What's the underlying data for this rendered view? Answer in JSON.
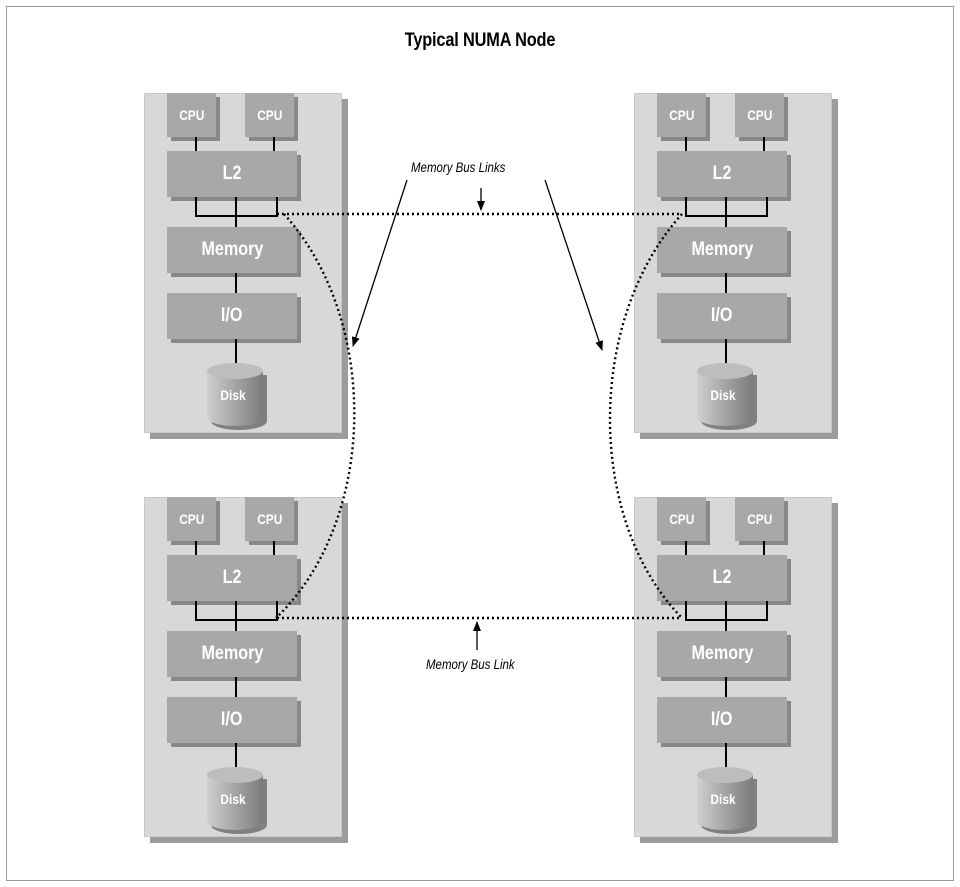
{
  "title": "Typical NUMA Node",
  "nodes": [
    {
      "cpu1": "CPU",
      "cpu2": "CPU",
      "cache": "L2",
      "memory": "Memory",
      "io": "I/O",
      "disk": "Disk"
    },
    {
      "cpu1": "CPU",
      "cpu2": "CPU",
      "cache": "L2",
      "memory": "Memory",
      "io": "I/O",
      "disk": "Disk"
    },
    {
      "cpu1": "CPU",
      "cpu2": "CPU",
      "cache": "L2",
      "memory": "Memory",
      "io": "I/O",
      "disk": "Disk"
    },
    {
      "cpu1": "CPU",
      "cpu2": "CPU",
      "cache": "L2",
      "memory": "Memory",
      "io": "I/O",
      "disk": "Disk"
    }
  ],
  "labels": {
    "links": "Memory Bus Links",
    "link": "Memory Bus Link"
  },
  "colors": {
    "panel": "#d8d8d8",
    "panel_shadow": "#9c9c9c",
    "block": "#a8a8a8",
    "block_shadow": "#888888"
  }
}
